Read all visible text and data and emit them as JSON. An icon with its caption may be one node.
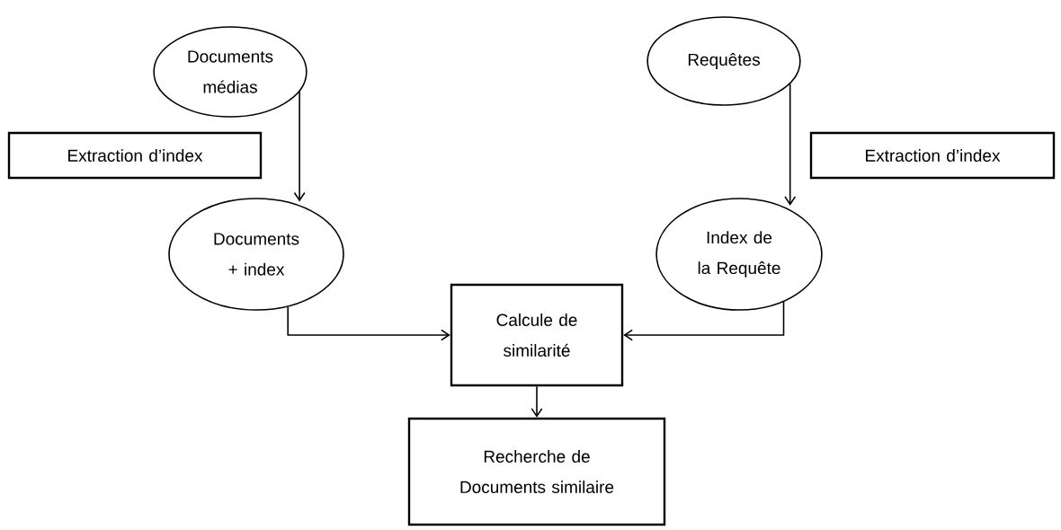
{
  "diagram": {
    "nodes": [
      {
        "text": [
          "Documents médias"
        ]
      },
      {
        "text": [
          "Extraction d’index"
        ]
      },
      {
        "text": [
          "Documents + index"
        ]
      },
      {
        "text": [
          "Requêtes"
        ]
      },
      {
        "text": [
          "Extraction d’index"
        ]
      },
      {
        "text": [
          "Index de la Requête"
        ]
      },
      {
        "text": [
          "Calcule de similarité"
        ]
      },
      {
        "text": [
          "Recherche de Documents similaire"
        ]
      }
    ],
    "edges": [
      {
        "from": 0,
        "to": 2,
        "arrow": "to"
      },
      {
        "from": 3,
        "to": 5,
        "arrow": "to"
      },
      {
        "from": 2,
        "to": 6,
        "arrow": "to"
      },
      {
        "from": 5,
        "to": 6,
        "arrow": "to"
      },
      {
        "from": 6,
        "to": 7,
        "arrow": "to"
      }
    ]
  }
}
